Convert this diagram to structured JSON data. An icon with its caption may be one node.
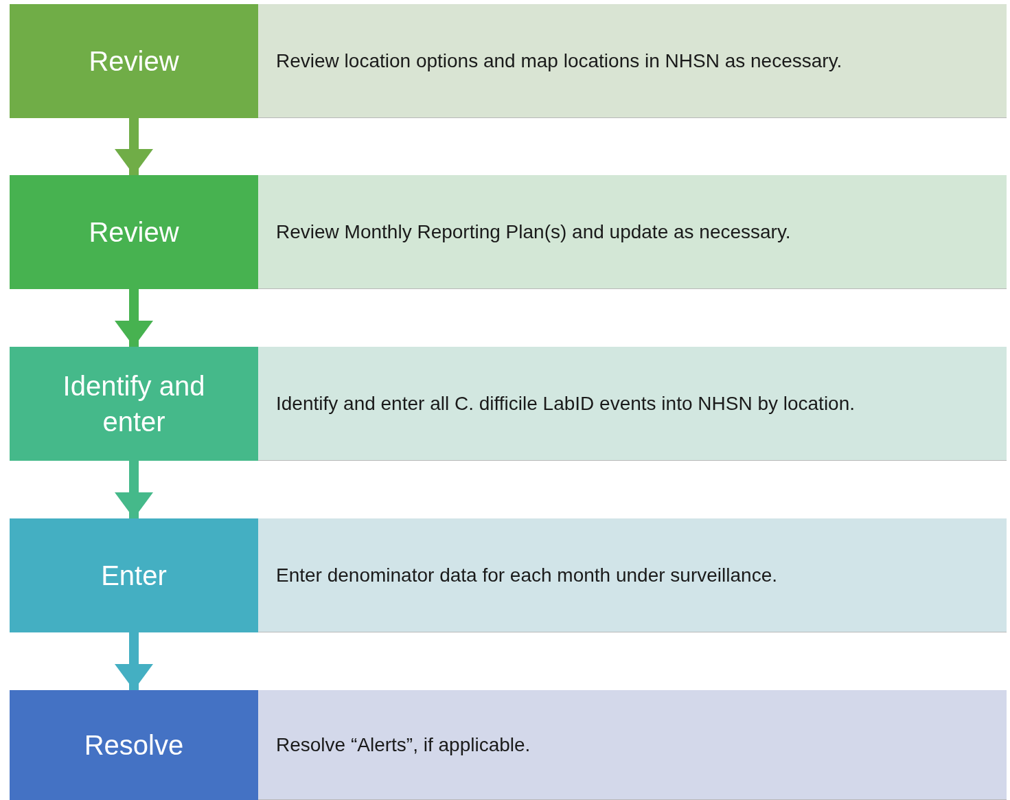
{
  "diagram": {
    "nodes": [
      {
        "text": [
          "Review"
        ]
      },
      {
        "text": [
          "Review location options and map locations in NHSN as necessary."
        ]
      },
      {
        "text": [
          "Review"
        ]
      },
      {
        "text": [
          "Review Monthly Reporting Plan(s) and update as necessary."
        ]
      },
      {
        "text": [
          "Identify and enter"
        ]
      },
      {
        "text": [
          "Identify and enter all C. difficile LabID events into NHSN by location."
        ]
      },
      {
        "text": [
          "Enter"
        ]
      },
      {
        "text": [
          "Enter denominator data for each month under surveillance."
        ]
      },
      {
        "text": [
          "Resolve"
        ]
      },
      {
        "text": [
          "Resolve “Alerts”,  if applicable."
        ]
      }
    ],
    "edges": [
      {
        "from": 0,
        "to": 2,
        "arrow": "to",
        "color": "#70ad47"
      },
      {
        "from": 2,
        "to": 4,
        "arrow": "to",
        "color": "#47b250"
      },
      {
        "from": 4,
        "to": 6,
        "arrow": "to",
        "color": "#45b98a"
      },
      {
        "from": 6,
        "to": 8,
        "arrow": "to",
        "color": "#44afc2"
      }
    ]
  }
}
